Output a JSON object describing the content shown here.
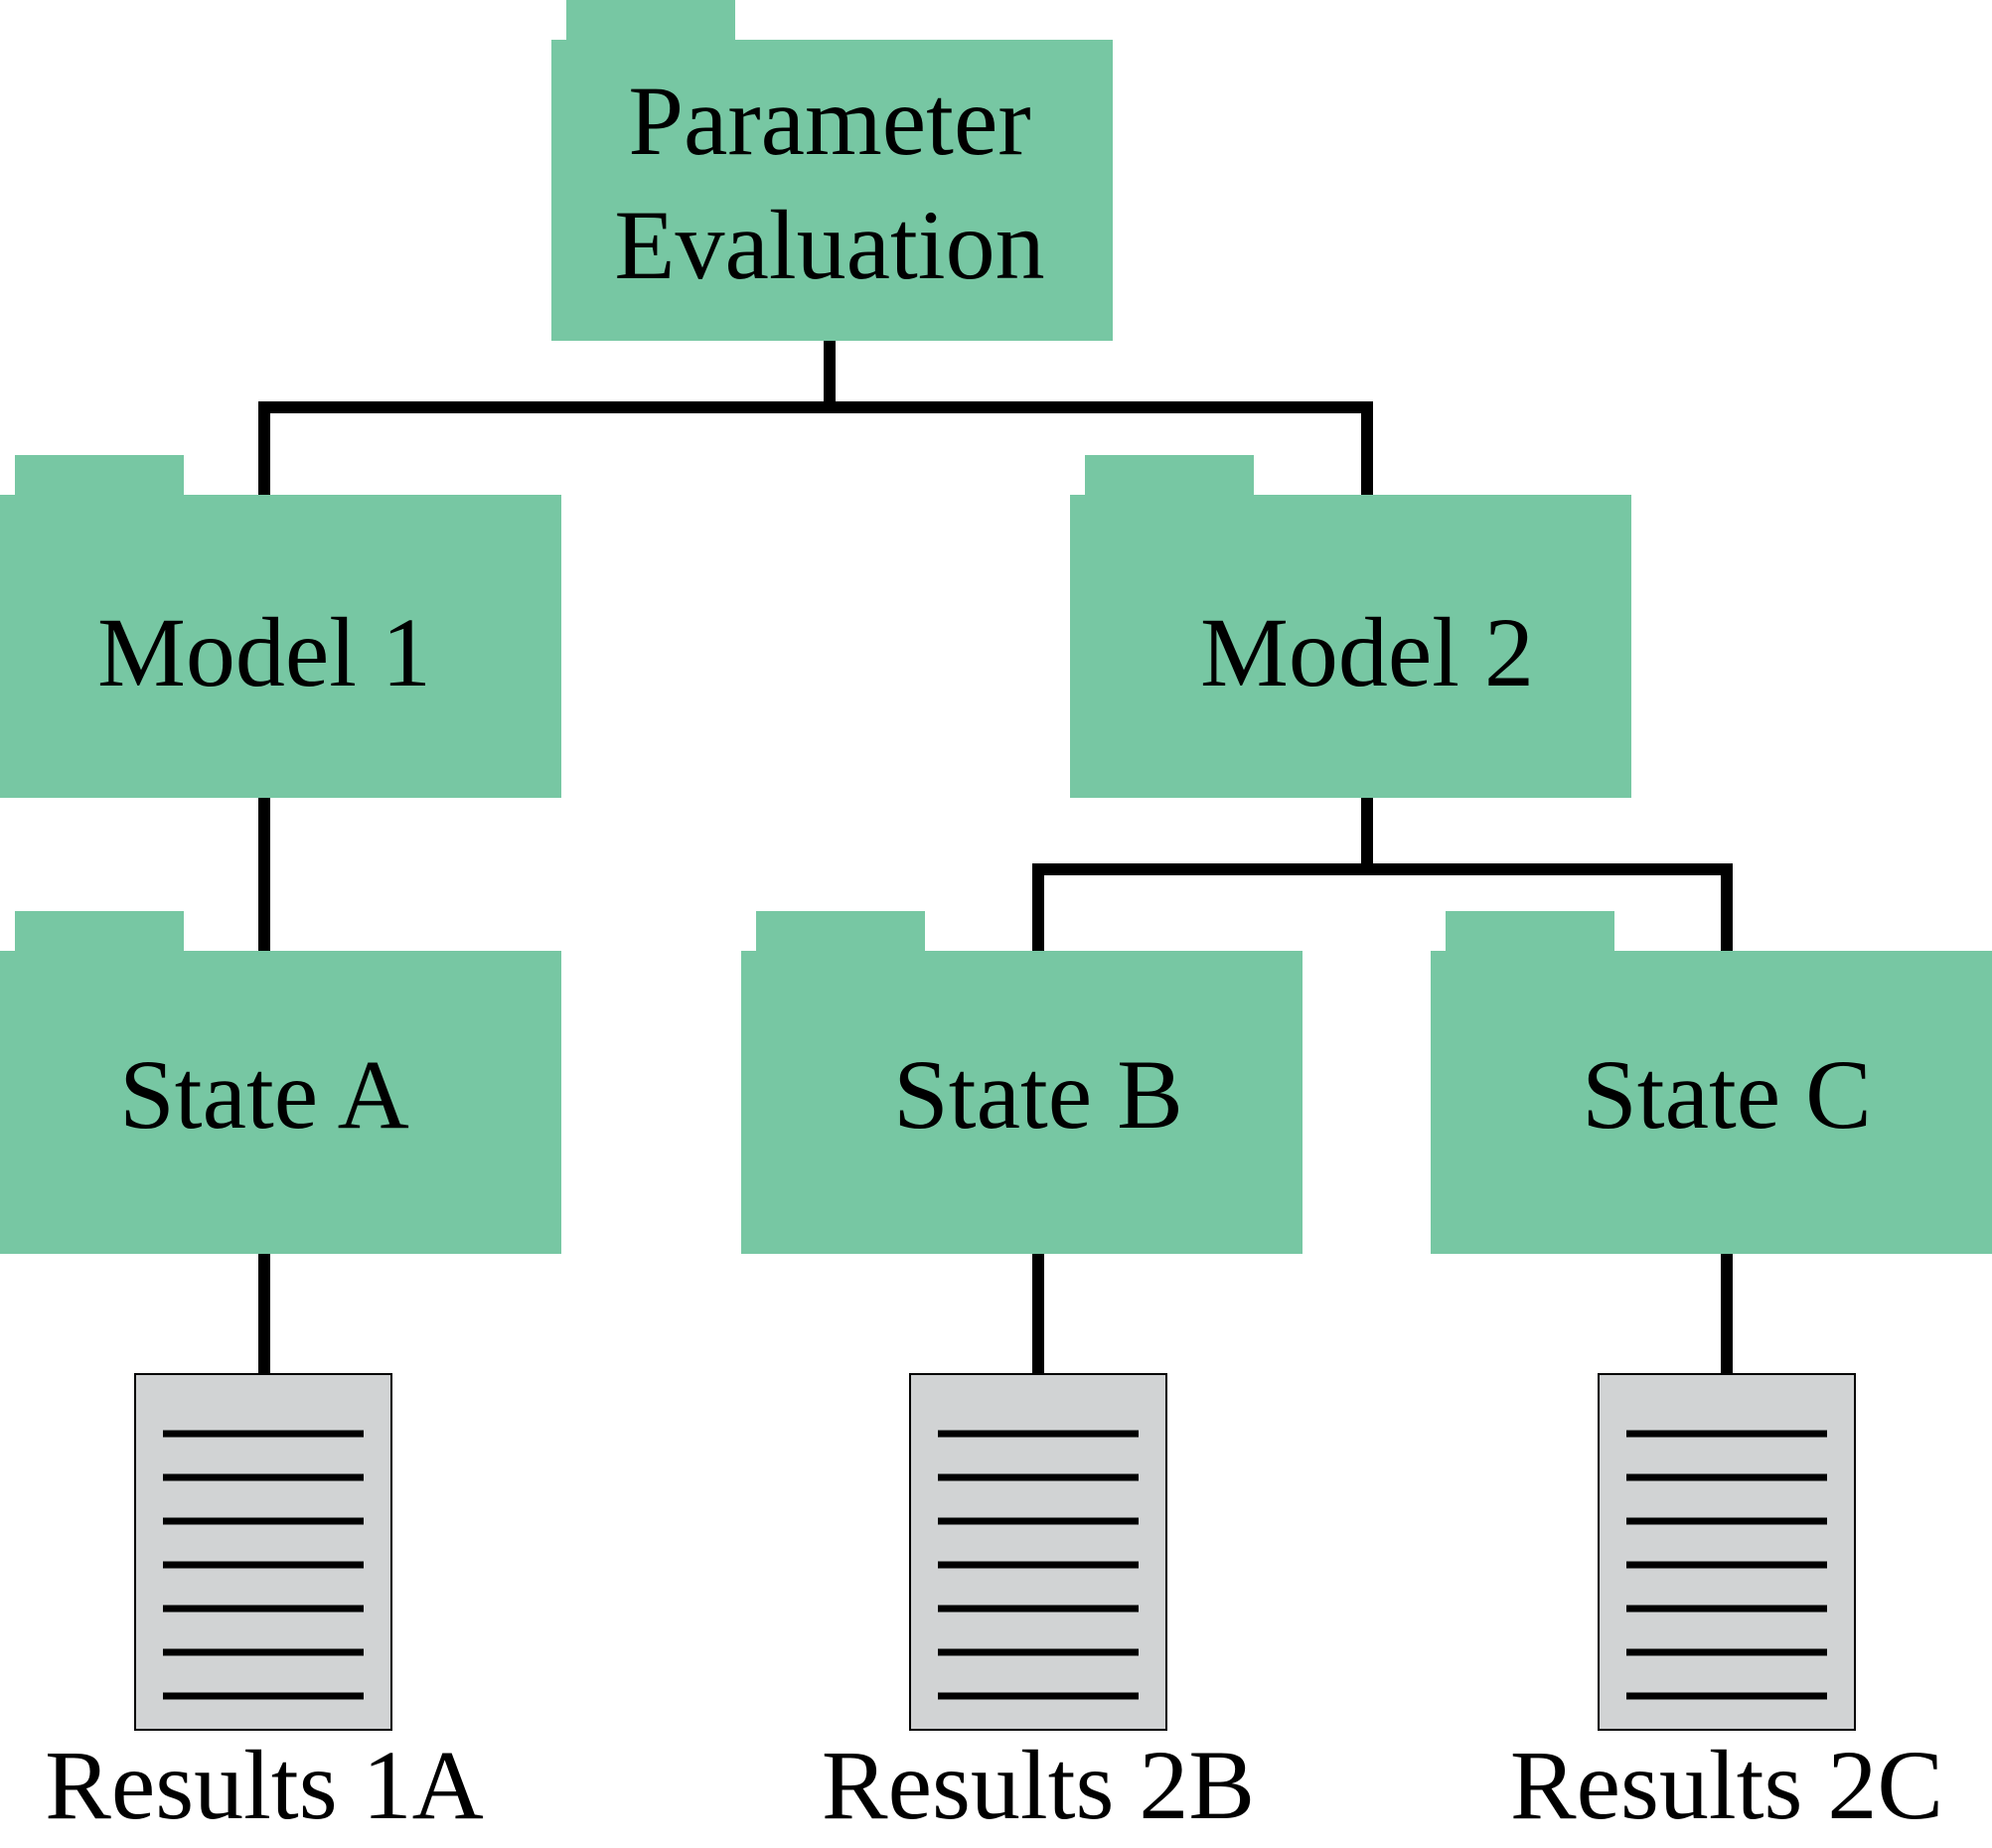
{
  "colors": {
    "folder": "#77c7a3",
    "document": "#d1d3d4",
    "connector": "#000000"
  },
  "nodes": {
    "root": {
      "label_line1": "Parameter",
      "label_line2": "Evaluation",
      "icon": "folder-icon"
    },
    "model1": {
      "label": "Model 1",
      "icon": "folder-icon"
    },
    "model2": {
      "label": "Model 2",
      "icon": "folder-icon"
    },
    "stateA": {
      "label": "State A",
      "icon": "folder-icon"
    },
    "stateB": {
      "label": "State B",
      "icon": "folder-icon"
    },
    "stateC": {
      "label": "State C",
      "icon": "folder-icon"
    }
  },
  "results": {
    "r1a": {
      "label": "Results 1A",
      "icon": "document-icon"
    },
    "r2b": {
      "label": "Results 2B",
      "icon": "document-icon"
    },
    "r2c": {
      "label": "Results 2C",
      "icon": "document-icon"
    }
  }
}
